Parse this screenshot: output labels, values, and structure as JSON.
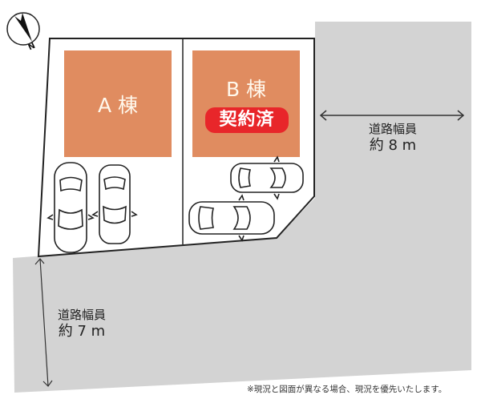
{
  "compass": {
    "icon": "north-arrow-icon",
    "label": "N"
  },
  "lots": [
    {
      "id": "A",
      "label": "A 棟",
      "status": null,
      "parking_spaces": 2
    },
    {
      "id": "B",
      "label": "B 棟",
      "status": "契約済",
      "parking_spaces": 2
    }
  ],
  "roads": [
    {
      "id": "east-road",
      "title": "道路幅員",
      "width_label": "約 8 m"
    },
    {
      "id": "south-road",
      "title": "道路幅員",
      "width_label": "約 7 m"
    }
  ],
  "colors": {
    "building": "#e08c60",
    "road": "#d3d3d3",
    "badge": "#e8262a",
    "outline": "#222222"
  },
  "footnote": "※現況と図面が異なる場合、現況を優先いたします。"
}
